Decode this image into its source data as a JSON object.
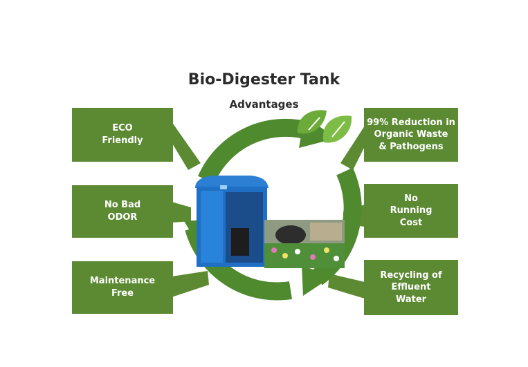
{
  "diagram": {
    "title": "Bio-Digester Tank",
    "subtitle": "Advantages",
    "left_boxes": [
      {
        "label": "ECO\nFriendly"
      },
      {
        "label": "No Bad\nODOR"
      },
      {
        "label": "Maintenance\nFree"
      }
    ],
    "right_boxes": [
      {
        "label": "99% Reduction in\nOrganic Waste\n& Pathogens"
      },
      {
        "label": "No\nRunning\nCost"
      },
      {
        "label": "Recycling of\nEffluent\nWater"
      }
    ],
    "colors": {
      "box_green": "#5c8a33",
      "arrow_green": "#4f8a2e",
      "leaf_green": "#6cab3a",
      "toilet_blue": "#1f6fc4",
      "text_dark": "#2b2b2b"
    },
    "icons": [
      "leaf-icon",
      "portable-toilet-icon",
      "garden-photo"
    ]
  }
}
